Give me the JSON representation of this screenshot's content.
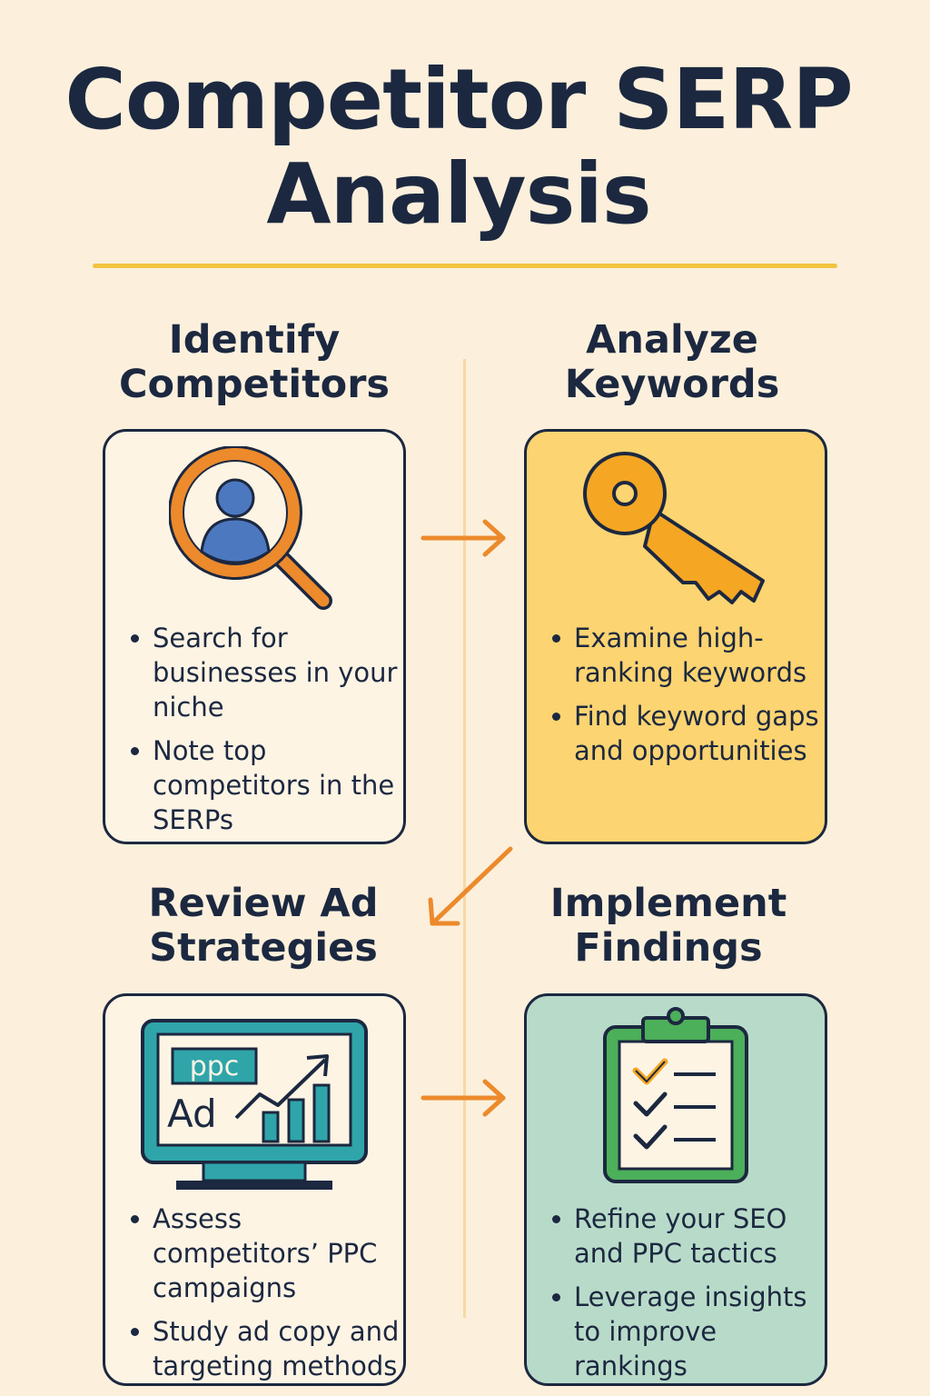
{
  "title": "Competitor SERP Analysis",
  "colors": {
    "background": "#fcf0dc",
    "text": "#1c2840",
    "accent_rule": "#f2c340",
    "arrow": "#ec8a2c",
    "keyword_card": "#fcd471",
    "implement_card": "#b8dbc9"
  },
  "steps": [
    {
      "title_line1": "Identify",
      "title_line2": "Competitors",
      "icon": "magnifier-user-icon",
      "bullets": [
        "Search for businesses in your niche",
        "Note top competitors in the SERPs"
      ]
    },
    {
      "title_line1": "Analyze",
      "title_line2": "Keywords",
      "icon": "key-icon",
      "bullets": [
        "Examine high-ranking keywords",
        "Find keyword gaps and opportunities"
      ]
    },
    {
      "title_line1": "Review Ad",
      "title_line2": "Strategies",
      "icon": "monitor-ad-chart-icon",
      "icon_text_ppc": "ppc",
      "icon_text_ad": "Ad",
      "bullets": [
        "Assess competitors’ PPC campaigns",
        "Study ad copy and targeting methods"
      ]
    },
    {
      "title_line1": "Implement",
      "title_line2": "Findings",
      "icon": "clipboard-checklist-icon",
      "bullets": [
        "Refine your SEO and PPC tactics",
        "Leverage insights to improve rankings"
      ]
    }
  ]
}
